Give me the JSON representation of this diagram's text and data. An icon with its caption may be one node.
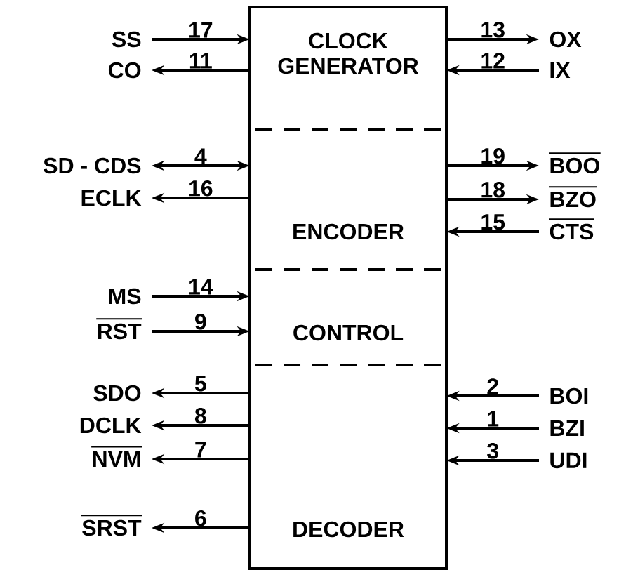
{
  "diagram": {
    "nodes": [
      {
        "text": [
          "CLOCK GENERATOR"
        ]
      },
      {
        "text": [
          "ENCODER"
        ]
      },
      {
        "text": [
          "CONTROL"
        ]
      },
      {
        "text": [
          "DECODER"
        ]
      },
      {
        "text": [
          "SS"
        ]
      },
      {
        "text": [
          "CO"
        ]
      },
      {
        "text": [
          "SD - CDS"
        ]
      },
      {
        "text": [
          "ECLK"
        ]
      },
      {
        "text": [
          "MS"
        ]
      },
      {
        "text": [
          "RST"
        ]
      },
      {
        "text": [
          "SDO"
        ]
      },
      {
        "text": [
          "DCLK"
        ]
      },
      {
        "text": [
          "NVM"
        ]
      },
      {
        "text": [
          "SRST"
        ]
      },
      {
        "text": [
          "OX"
        ]
      },
      {
        "text": [
          "IX"
        ]
      },
      {
        "text": [
          "BOO"
        ]
      },
      {
        "text": [
          "BZO"
        ]
      },
      {
        "text": [
          "CTS"
        ]
      },
      {
        "text": [
          "BOI"
        ]
      },
      {
        "text": [
          "BZI"
        ]
      },
      {
        "text": [
          "UDI"
        ]
      }
    ],
    "edges": [
      {
        "from": 4,
        "to": 0,
        "arrow": "to",
        "label": "17"
      },
      {
        "from": 0,
        "to": 5,
        "arrow": "to",
        "label": "11"
      },
      {
        "from": 6,
        "to": 1,
        "arrow": "both",
        "label": "4"
      },
      {
        "from": 1,
        "to": 7,
        "arrow": "to",
        "label": "16"
      },
      {
        "from": 8,
        "to": 2,
        "arrow": "to",
        "label": "14"
      },
      {
        "from": 9,
        "to": 2,
        "arrow": "to",
        "label": "9"
      },
      {
        "from": 3,
        "to": 10,
        "arrow": "to",
        "label": "5"
      },
      {
        "from": 3,
        "to": 11,
        "arrow": "to",
        "label": "8"
      },
      {
        "from": 3,
        "to": 12,
        "arrow": "to",
        "label": "7"
      },
      {
        "from": 3,
        "to": 13,
        "arrow": "to",
        "label": "6"
      },
      {
        "from": 0,
        "to": 14,
        "arrow": "to",
        "label": "13"
      },
      {
        "from": 15,
        "to": 0,
        "arrow": "to",
        "label": "12"
      },
      {
        "from": 1,
        "to": 16,
        "arrow": "to",
        "label": "19"
      },
      {
        "from": 1,
        "to": 17,
        "arrow": "to",
        "label": "18"
      },
      {
        "from": 18,
        "to": 1,
        "arrow": "to",
        "label": "15"
      },
      {
        "from": 19,
        "to": 3,
        "arrow": "to",
        "label": "2"
      },
      {
        "from": 20,
        "to": 3,
        "arrow": "to",
        "label": "1"
      },
      {
        "from": 21,
        "to": 3,
        "arrow": "to",
        "label": "3"
      }
    ]
  }
}
